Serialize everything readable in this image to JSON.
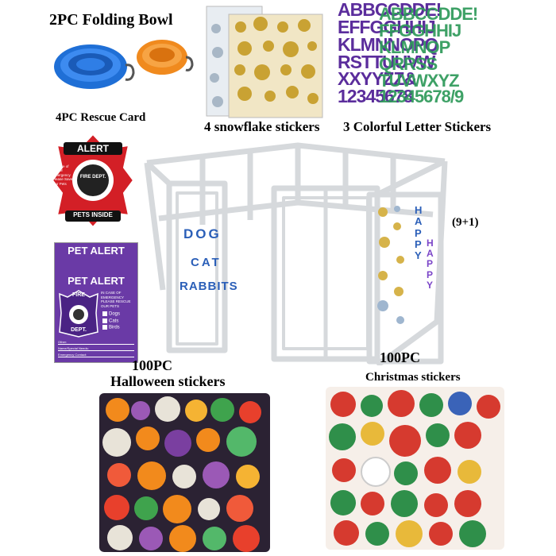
{
  "titles": {
    "bowl": "2PC Folding Bowl",
    "rescue": "4PC Rescue Card",
    "snowflake": "4 snowflake stickers",
    "letters": "3 Colorful Letter Stickers",
    "fence_count": "(9+1)",
    "halloween_count": "100PC",
    "halloween_label": "Halloween stickers",
    "christmas_count": "100PC",
    "christmas_label": "Christmas stickers"
  },
  "fence_words": {
    "dog": "DOG",
    "cat": "CAT",
    "rabbits": "RABBITS",
    "happy1": "HAPPY",
    "happy2": "HAPPY"
  },
  "letter_sheet": {
    "purple_lines": "ABBCCDDE!\nEFFGGHHIJ\nKLMNNOPQ\nRSTTUUVW\nXXYYZZ&\n12345678",
    "green_lines": "ABBCCDDE!\nFFGGHHIJ\nKLMNOP\nQRRSS\nTUVWXYZ\n12345678/9"
  },
  "alert_card": {
    "top": "ALERT",
    "side": "In Case of Fire or Emergency Please Save Our Pets",
    "dept": "FIRE DEPT.",
    "bottom": "PETS INSIDE"
  },
  "pet_alert_card": {
    "header": "PET ALERT",
    "fire": "FIRE",
    "dept": "DEPT.",
    "info": "IN CASE OF EMERGENCY PLEASE RESCUE OUR PETS",
    "checks": [
      "Dogs",
      "Cats",
      "Birds"
    ],
    "footer_lines": [
      "Other:",
      "Name/Special Needs:",
      "Emergency Contact:"
    ]
  },
  "colors": {
    "bowl_blue": "#1f6fd6",
    "bowl_orange": "#f08a1e",
    "alert_red": "#d31f26",
    "pet_alert_purple": "#6a3aa6",
    "letters_purple": "#5b2d9c",
    "letters_green": "#2e9a5a",
    "fence_text_blue": "#2b5fb8",
    "fence_text_purple": "#7b45c8"
  }
}
